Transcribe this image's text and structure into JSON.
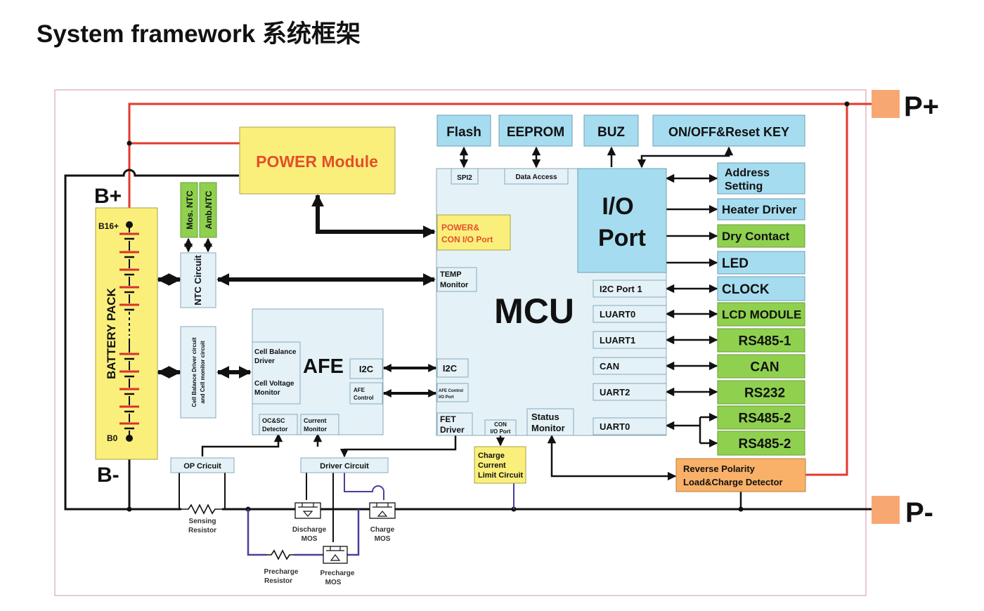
{
  "title": "System framework 系统框架",
  "colors": {
    "blue_box": "#a6dcef",
    "green_box": "#8fd14f",
    "yellow_box": "#fbef7c",
    "orange_box": "#f9b068",
    "terminal": "#f7a872",
    "red_wire": "#e23a2e",
    "dark_wire": "#111111",
    "purple_wire": "#4b3e9a",
    "mcu_fill": "#e4f2f8",
    "battery_fill": "#fbef7c",
    "cell_red": "#d9322a"
  },
  "diagram": {
    "terminals": {
      "p_plus": "P+",
      "p_minus": "P-",
      "b_plus": "B+",
      "b_minus": "B-"
    },
    "battery": {
      "label": "BATTERY PACK",
      "top_node": "B16+",
      "bottom_node": "B0"
    },
    "ntc": {
      "mos": "Mos. NTC",
      "amb": "Amb.NTC",
      "circuit": "NTC Circuit"
    },
    "balance": {
      "line1": "Cell Balance Driver circuit",
      "line2": "and Cell monitor circuit"
    },
    "power_module": "POWER Module",
    "afe": {
      "title": "AFE",
      "balance": [
        "Cell Balance",
        "Driver"
      ],
      "voltage": [
        "Cell Voltage",
        "Monitor"
      ],
      "i2c": "I2C",
      "afe_control": [
        "AFE",
        "Control"
      ],
      "ocsc": [
        "OC&SC",
        "Detector"
      ],
      "current": [
        "Current",
        "Monitor"
      ]
    },
    "mcu": {
      "title": "MCU",
      "spi2": "SPI2",
      "data_access": "Data Access",
      "power_con": [
        "POWER&",
        "CON I/O Port"
      ],
      "temp": [
        "TEMP",
        "Monitor"
      ],
      "i2c": "I2C",
      "afe_control_port": [
        "AFE Control",
        "I/O Port"
      ],
      "fet": [
        "FET",
        "Driver"
      ],
      "con_port": [
        "CON",
        "I/O Port"
      ],
      "status": [
        "Status",
        "Monitor"
      ],
      "io_port": [
        "I/O",
        "Port"
      ],
      "ports": [
        "I2C Port 1",
        "LUART0",
        "LUART1",
        "CAN",
        "UART2",
        "UART0"
      ]
    },
    "top_boxes": [
      "Flash",
      "EEPROM",
      "BUZ",
      "ON/OFF&Reset KEY"
    ],
    "right_boxes": [
      {
        "label": "Address Setting",
        "lines": [
          "Address",
          "Setting"
        ]
      },
      {
        "label": "Heater Driver"
      },
      {
        "label": "Dry Contact"
      },
      {
        "label": "LED"
      },
      {
        "label": "CLOCK"
      },
      {
        "label": "LCD MODULE"
      },
      {
        "label": "RS485-1"
      },
      {
        "label": "CAN"
      },
      {
        "label": "RS232"
      },
      {
        "label": "RS485-2"
      },
      {
        "label": "RS485-2"
      }
    ],
    "bottom": {
      "op_circuit": "OP Cricuit",
      "driver_circuit": "Driver Circuit",
      "charge_limit": [
        "Charge",
        "Current",
        "Limit Circuit"
      ],
      "reverse": [
        "Reverse Polarity",
        "Load&Charge Detector"
      ],
      "sensing": [
        "Sensing",
        "Resistor"
      ],
      "discharge": [
        "Discharge",
        "MOS"
      ],
      "charge_mos": [
        "Charge",
        "MOS"
      ],
      "precharge_res": [
        "Precharge",
        "Resistor"
      ],
      "precharge_mos": [
        "Precharge",
        "MOS"
      ]
    }
  }
}
